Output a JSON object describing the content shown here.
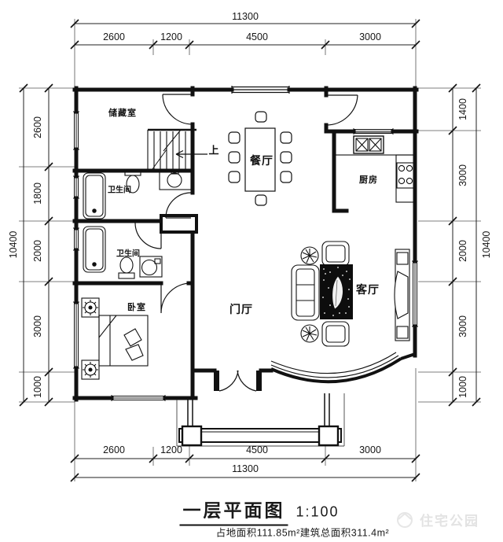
{
  "dimensions": {
    "top": {
      "total": "11300",
      "segments": [
        "2600",
        "1200",
        "4500",
        "3000"
      ]
    },
    "bottom": {
      "total": "11300",
      "segments": [
        "2600",
        "1200",
        "4500",
        "3000"
      ]
    },
    "left": {
      "total": "10400",
      "segments": [
        "2600",
        "1800",
        "2000",
        "3000",
        "1000"
      ]
    },
    "right": {
      "total": "10400",
      "segments": [
        "1400",
        "3000",
        "2000",
        "3000",
        "1000"
      ]
    }
  },
  "rooms": {
    "storage": "储藏室",
    "dining": "餐厅",
    "kitchen": "厨房",
    "bath1": "卫生间",
    "bath2": "卫生间",
    "bedroom": "卧室",
    "hall": "门厅",
    "living": "客厅",
    "stairs_up": "上"
  },
  "title": {
    "name": "一层平面图",
    "scale": "1:100",
    "area_note": "占地面积111.85m²建筑总面积311.4m²"
  },
  "watermark": {
    "brand": "住宅公园"
  },
  "colors": {
    "line": "#1a1a1a",
    "watermark": "#e3e3e3",
    "rug": "#0d0d0d"
  }
}
